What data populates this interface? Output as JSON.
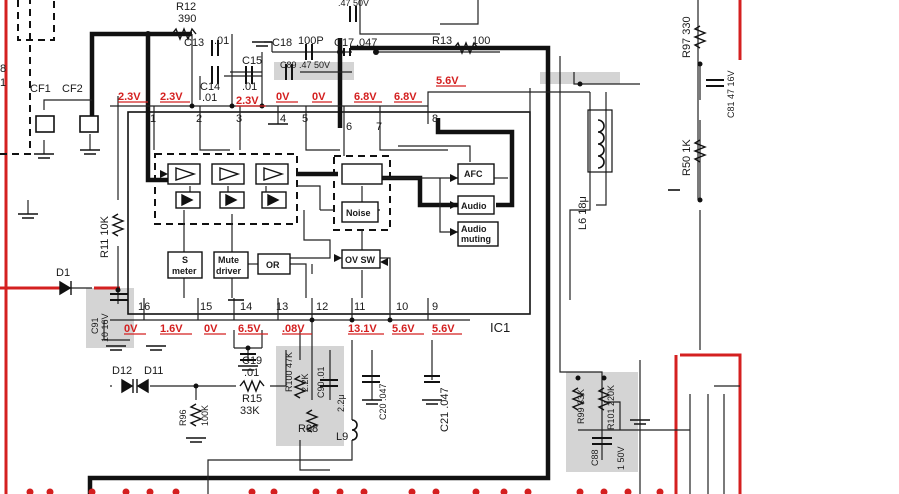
{
  "ic": {
    "name": "IC1",
    "pins_top": [
      "1",
      "2",
      "3",
      "4",
      "5",
      "6",
      "7",
      "8"
    ],
    "pins_bottom": [
      "16",
      "15",
      "14",
      "13",
      "12",
      "11",
      "10",
      "9"
    ],
    "voltages_top": [
      "2.3V",
      "2.3V",
      "2.3V",
      "0V",
      "0V",
      "6.8V",
      "6.8V",
      "5.6V"
    ],
    "voltages_bottom": [
      "0V",
      "1.6V",
      "0V",
      "6.5V",
      ".08V",
      "13.1V",
      "5.6V",
      "5.6V"
    ]
  },
  "blocks": {
    "noise": "Noise",
    "afc": "AFC",
    "audio": "Audio",
    "audio_muting_1": "Audio",
    "audio_muting_2": "muting",
    "s_meter_1": "S",
    "s_meter_2": "meter",
    "mute_driver_1": "Mute",
    "mute_driver_2": "driver",
    "or": "OR",
    "ov_sw": "OV SW"
  },
  "components": {
    "r12_name": "R12",
    "r12_value": "390",
    "c13_name": "C13",
    "c13_value": ".01",
    "c14_name": "C14",
    "c14_value": ".01",
    "c15_name": "C15",
    "c15_value": ".01",
    "c18_name": "C18",
    "c18_value": "100P",
    "c17_name": "C17",
    "c17_value": ".047",
    "c89": "C89 .47 50V",
    "c_top": ".47 50V",
    "r13_name": "R13",
    "r13_value": "100",
    "r97": "R97 330",
    "c81": "C81 47 16V",
    "r50": "R50 1K",
    "l6": "L6 18μ",
    "cf1": "CF1",
    "cf2": "CF2",
    "r11": "R11 10K",
    "d1": "D1",
    "c91_1": "C91",
    "c91_2": "10 16V",
    "c19_name": "C19",
    "c19_value": ".01",
    "d12": "D12",
    "d11": "D11",
    "r15_name": "R15",
    "r15_value": "33K",
    "r96_name": "R96",
    "r96_value": "100K",
    "r100": "R100 47K",
    "c22": "2.2K",
    "c90": "C90 .01",
    "r98": "R98",
    "l9_1": "L9",
    "l9_2": "2.2μ",
    "c20": "C20 .047",
    "c21": "C21 .047",
    "r99": "R99 33K",
    "r101": "R101 220K",
    "c88_1": "C88",
    "c88_2": "1 50V",
    "mark_8": "8",
    "mark_1": "1"
  }
}
